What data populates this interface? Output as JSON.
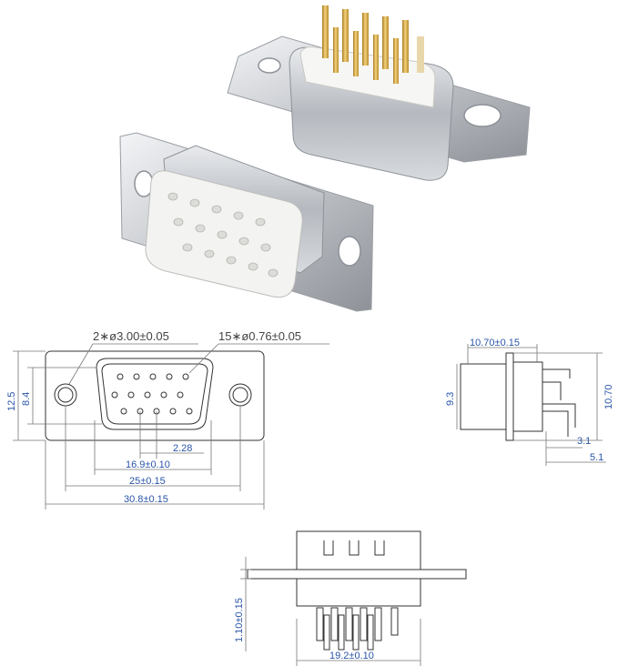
{
  "front_view": {
    "mount_holes": "2∗ø3.00±0.05",
    "contact_holes": "15∗ø0.76±0.05",
    "height_outer": "12.5",
    "height_inner": "8.4",
    "pitch": "2.28",
    "row_width": "16.9±0.10",
    "hole_spacing": "25±0.15",
    "overall_width": "30.8±0.15"
  },
  "side_view": {
    "depth": "10.70±0.15",
    "body_height": "9.3",
    "overall_height": "10.70",
    "tail_short": "3.1",
    "tail_long": "5.1"
  },
  "bottom_view": {
    "flange_thickness": "1.10±0.15",
    "width": "19.2±0.10"
  },
  "colors": {
    "dimension_text": "#2a55a8",
    "outline": "#333333",
    "metal_shell": "#c9ccd0",
    "insulator": "#f4f4f2",
    "gold_pin": "#d9ad4b"
  }
}
